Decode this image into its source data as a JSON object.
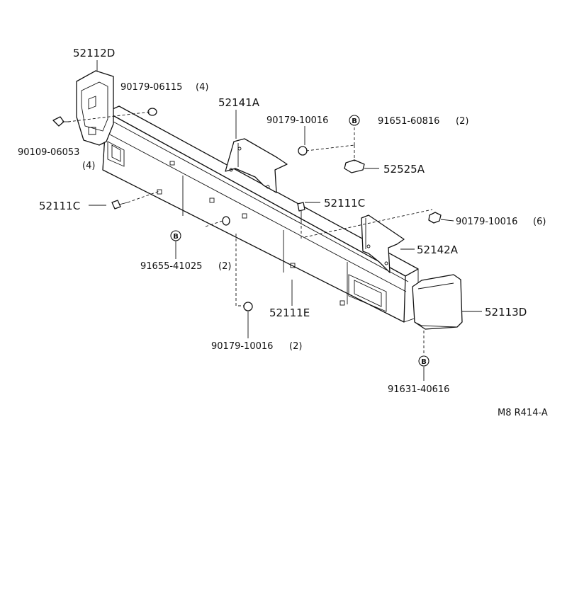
{
  "labels": {
    "p52112D": "52112D",
    "p90179_06115": "90179-06115",
    "p90179_06115_qty": "(4)",
    "p90109_06053": "90109-06053",
    "p90109_06053_qty": "(4)",
    "p52141A": "52141A",
    "p90179_10016_top": "90179-10016",
    "p91651_60816": "91651-60816",
    "p91651_60816_qty": "(2)",
    "p52525A": "52525A",
    "p52111C_left": "52111C",
    "p52111C_right": "52111C",
    "p90179_10016_right": "90179-10016",
    "p90179_10016_right_qty": "(6)",
    "p52142A": "52142A",
    "p91655_41025": "91655-41025",
    "p91655_41025_qty": "(2)",
    "p52111E": "52111E",
    "p52113D": "52113D",
    "p90179_10016_bottom": "90179-10016",
    "p90179_10016_bottom_qty": "(2)",
    "p91631_40616": "91631-40616",
    "diagram_code": "M8 R414-A"
  },
  "markers": {
    "b_letter": "B"
  }
}
